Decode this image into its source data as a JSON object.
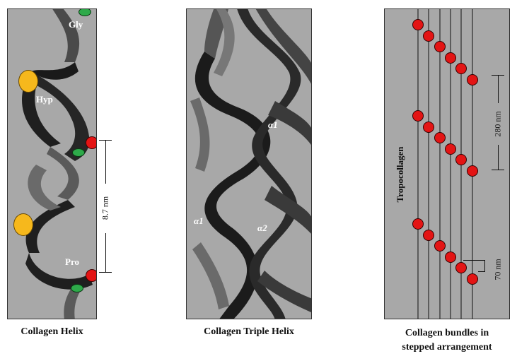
{
  "captions": {
    "helix": "Collagen Helix",
    "triple": "Collagen Triple Helix",
    "bundles_line1": "Collagen bundles in",
    "bundles_line2": "stepped arrangement"
  },
  "helix_labels": {
    "gly": "Gly",
    "hyp": "Hyp",
    "pro": "Pro",
    "pitch": "8.7 nm"
  },
  "triple_labels": {
    "a1_top": "α1",
    "a1_left": "α1",
    "a2": "α2"
  },
  "bundle_labels": {
    "tropocollagen": "Tropocollagen",
    "period": "280 nm",
    "step": "70 nm"
  },
  "colors": {
    "panel": "#a8a8a8",
    "ribbon_dark": "#1e1e1e",
    "ribbon_mid": "#4a4a4a",
    "ribbon_light": "#6a6a6a",
    "gly": "#2eaa4a",
    "hyp": "#f6b81c",
    "pro": "#e31414"
  }
}
